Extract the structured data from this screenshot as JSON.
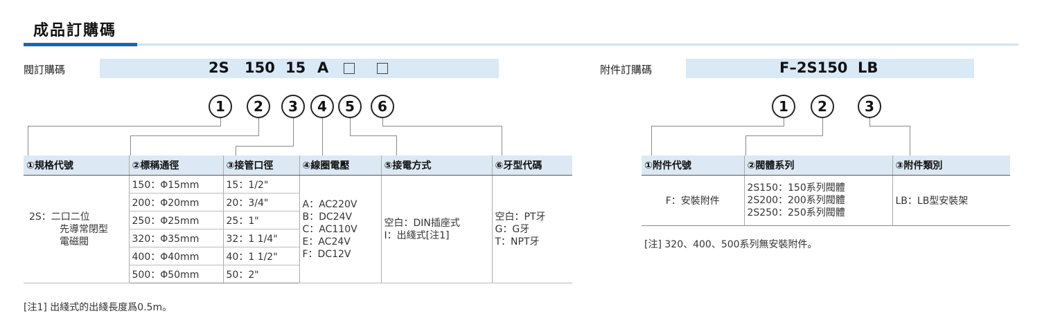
{
  "title": "成品訂購碼",
  "valve": {
    "label": "閥訂購碼",
    "code": [
      "2S",
      "150",
      "15",
      "A"
    ],
    "circles": [
      "1",
      "2",
      "3",
      "4",
      "5",
      "6"
    ],
    "headers": [
      "①規格代號",
      "②標稱通徑",
      "③接管口徑",
      "④線圈電壓",
      "⑤接電方式",
      "⑥牙型代碼"
    ],
    "spec": [
      "2S：二口二位",
      "先導常閉型",
      "電磁閥"
    ],
    "nominal": [
      "150：Φ15mm",
      "200：Φ20mm",
      "250：Φ25mm",
      "320：Φ35mm",
      "400：Φ40mm",
      "500：Φ50mm"
    ],
    "port": [
      "15：1/2\"",
      "20：3/4\"",
      "25：1\"",
      "32：1 1/4\"",
      "40：1 1/2\"",
      "50：2\""
    ],
    "voltage": [
      "A：AC220V",
      "B：DC24V",
      "C：AC110V",
      "E：AC24V",
      "F：DC12V"
    ],
    "wiring": [
      "空白：DIN插座式",
      "I：出綫式[注1]"
    ],
    "thread": [
      "空白：PT牙",
      "G：G牙",
      "T：NPT牙"
    ],
    "note": "[注1] 出綫式的出綫長度爲0.5m。"
  },
  "accessory": {
    "label": "附件訂購碼",
    "code": "F–2S150  LB",
    "circles": [
      "1",
      "2",
      "3"
    ],
    "headers": [
      "①附件代號",
      "②閥體系列",
      "③附件類別"
    ],
    "col1": "F：安裝附件",
    "col2": [
      "2S150：150系列閥體",
      "2S200：200系列閥體",
      "2S250：250系列閥體"
    ],
    "col3": "LB：LB型安裝架",
    "note": "[注] 320、400、500系列無安裝附件。"
  }
}
